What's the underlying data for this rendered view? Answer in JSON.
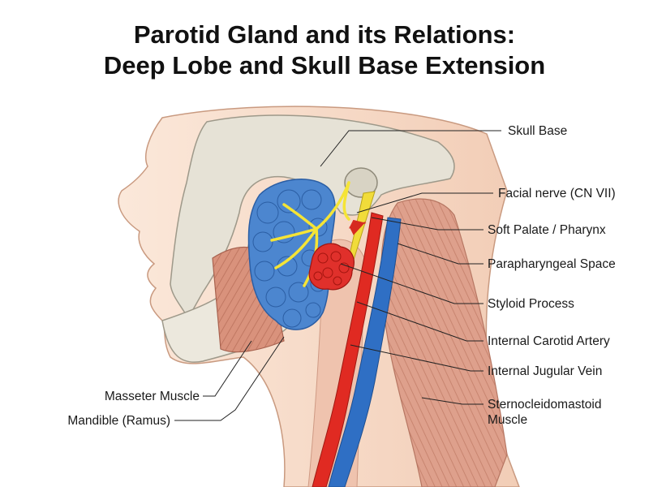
{
  "title": {
    "line1": "Parotid Gland and its Relations:",
    "line2": "Deep Lobe and Skull Base Extension"
  },
  "labels": {
    "skull_base": "Skull Base",
    "facial_nerve": "Facial nerve (CN VII)",
    "soft_palate": "Soft Palate / Pharynx",
    "parapharyngeal_space": "Parapharyngeal Space",
    "styloid_process": "Styloid Process",
    "internal_carotid_artery": "Internal Carotid Artery",
    "internal_jugular_vein": "Internal Jugular Vein",
    "scm_line1": "Sternocleidomastoid",
    "scm_line2": "Muscle",
    "masseter_muscle": "Masseter Muscle",
    "mandible_ramus": "Mandible (Ramus)"
  },
  "colors": {
    "skin": "#f6dcc9",
    "bone": "#e6e2d6",
    "parotid": "#4c86cf",
    "tumor": "#e0302b",
    "nerve": "#f5e436",
    "artery": "#e02a22",
    "vein": "#2f6fc4",
    "muscle": "#d48c76"
  }
}
